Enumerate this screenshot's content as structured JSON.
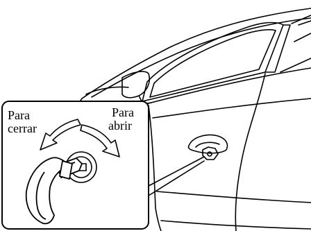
{
  "labels": {
    "close_line1": "Para",
    "close_line2": "cerrar",
    "open_line1": "Para",
    "open_line2": "abrir"
  },
  "colors": {
    "line": "#000000",
    "background": "#ffffff",
    "arrow_fill": "#bfbfbf"
  },
  "icons": {
    "car": "car-door-side-view",
    "key": "key-icon",
    "lock_cylinder": "lock-cylinder-icon",
    "close_arrow": "counterclockwise-arrow-icon",
    "open_arrow": "clockwise-arrow-icon"
  }
}
